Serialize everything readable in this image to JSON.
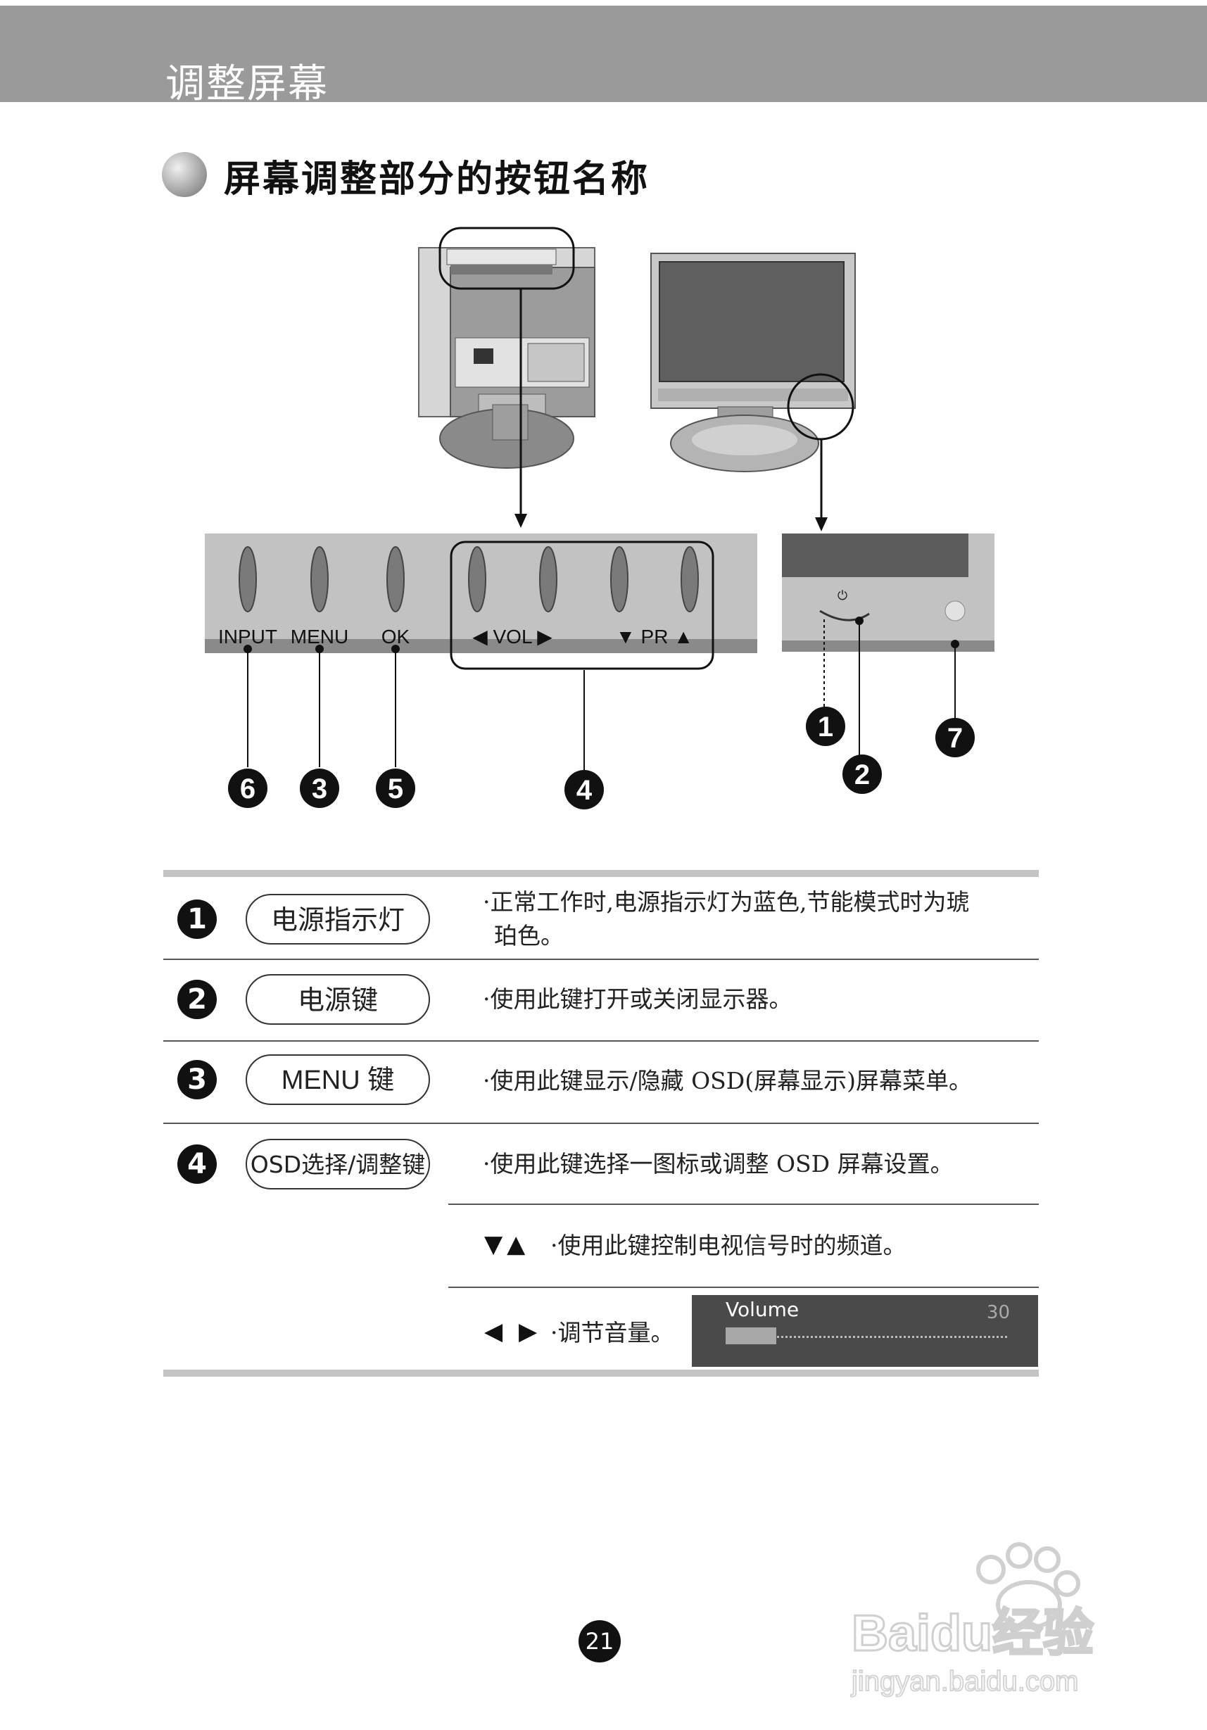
{
  "header": {
    "title": "调整屏幕"
  },
  "section": {
    "title": "屏幕调整部分的按钮名称"
  },
  "figure": {
    "buttons": [
      "INPUT",
      "MENU",
      "OK"
    ],
    "vol_label": "◀ VOL ▶",
    "pr_label": "▼ PR ▲",
    "callouts": [
      "1",
      "2",
      "3",
      "4",
      "5",
      "6",
      "7"
    ]
  },
  "rows": [
    {
      "num": "1",
      "label": "电源指示灯",
      "desc1": "·正常工作时,电源指示灯为蓝色,节能模式时为琥",
      "desc2": "珀色。"
    },
    {
      "num": "2",
      "label": "电源键",
      "desc1": "·使用此键打开或关闭显示器。"
    },
    {
      "num": "3",
      "label": "MENU 键",
      "desc1": "·使用此键显示/隐藏 OSD(屏幕显示)屏幕菜单。"
    },
    {
      "num": "4",
      "label": "OSD选择/调整键",
      "desc1": "·使用此键选择一图标或调整 OSD 屏幕设置。"
    }
  ],
  "sub_rows": [
    {
      "symbols": "▼▲",
      "desc": "·使用此键控制电视信号时的频道。"
    },
    {
      "symbols": "◀ ▶",
      "desc": "·调节音量。"
    }
  ],
  "volume_osd": {
    "label": "Volume",
    "value": "30",
    "level_fraction": 0.18
  },
  "page_number": "21",
  "watermark": {
    "brand": "Baidu经验",
    "url": "jingyan.baidu.com"
  }
}
